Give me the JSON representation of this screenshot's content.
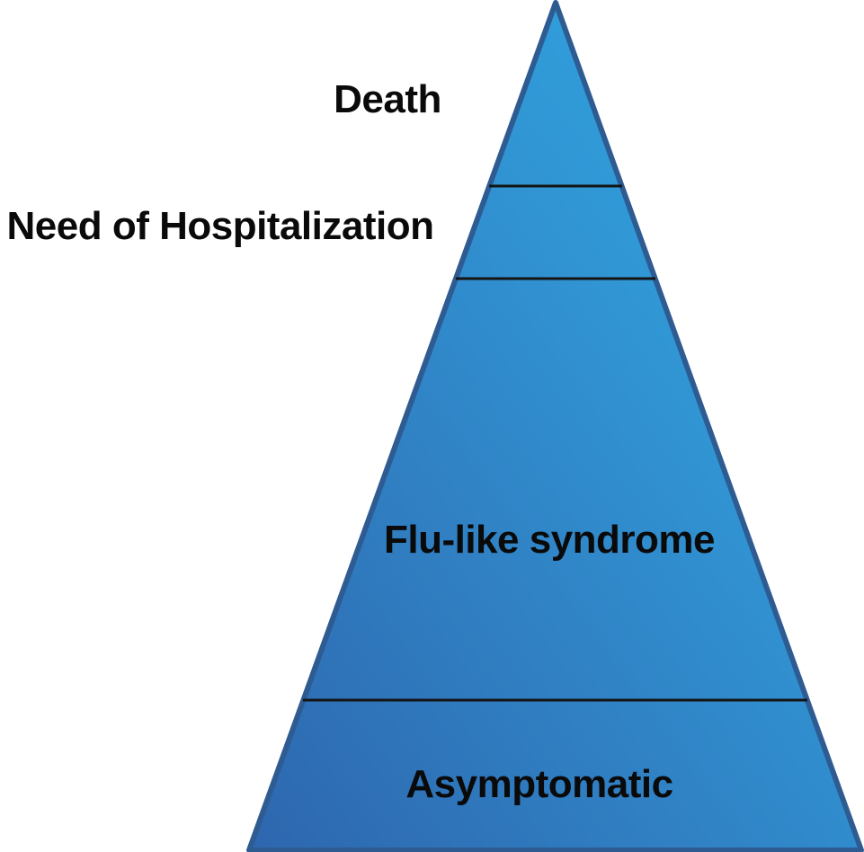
{
  "diagram": {
    "type": "pyramid",
    "levels": [
      {
        "label": "Death",
        "label_position": "outside-left"
      },
      {
        "label": "Need of Hospitalization",
        "label_position": "outside-left"
      },
      {
        "label": "Flu-like syndrome",
        "label_position": "inside"
      },
      {
        "label": "Asymptomatic",
        "label_position": "inside"
      }
    ],
    "colors": {
      "gradient_top": "#2FACE5",
      "gradient_mid": "#3193D2",
      "gradient_bottom": "#2E66AE",
      "border": "#2E5C92",
      "divider": "#141414",
      "label_text": "#0A0A0A",
      "background": "#FFFFFF"
    }
  }
}
